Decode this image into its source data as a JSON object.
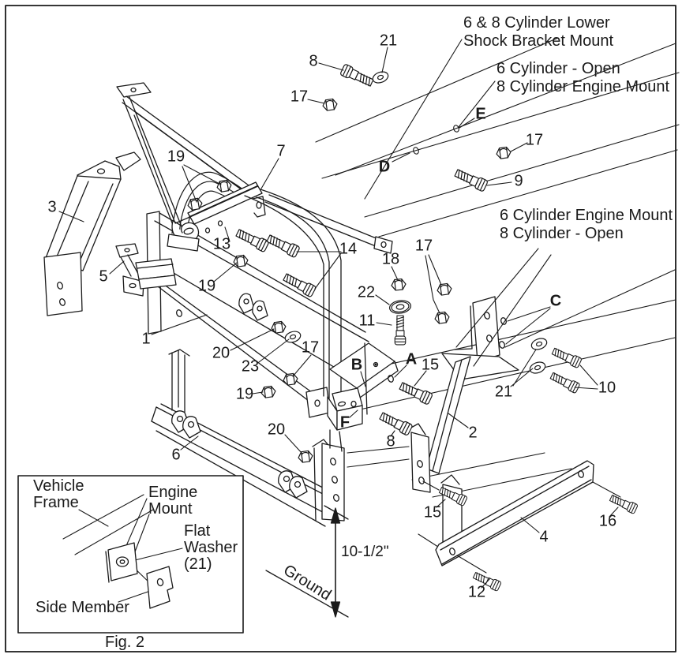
{
  "figure": {
    "caption": "Fig. 2",
    "dimension_label": "10-1/2\"",
    "ground_label": "Ground"
  },
  "annotations": {
    "shock_bracket": {
      "line1": "6 & 8 Cylinder Lower",
      "line2": "Shock Bracket Mount"
    },
    "upper_mount": {
      "line1": "6 Cylinder - Open",
      "line2": "8 Cylinder Engine Mount"
    },
    "lower_mount": {
      "line1": "6 Cylinder Engine Mount",
      "line2": "8 Cylinder - Open"
    }
  },
  "inset": {
    "vehicle_frame_line1": "Vehicle",
    "vehicle_frame_line2": "Frame",
    "engine_mount_line1": "Engine",
    "engine_mount_line2": "Mount",
    "flat_washer_line1": "Flat",
    "flat_washer_line2": "Washer",
    "flat_washer_line3": "(21)",
    "side_member": "Side Member"
  },
  "callouts": {
    "c8a": "8",
    "c21a": "21",
    "c17a": "17",
    "cE": "E",
    "c17b": "17",
    "cD": "D",
    "c9": "9",
    "c7": "7",
    "c19a": "19",
    "c3": "3",
    "c5": "5",
    "c13": "13",
    "c14": "14",
    "c18": "18",
    "c22": "22",
    "c11": "11",
    "c17c": "17",
    "cC": "C",
    "c1": "1",
    "c20a": "20",
    "c23": "23",
    "c17d": "17",
    "c19b": "19",
    "c19c": "19",
    "cB": "B",
    "cA": "A",
    "c15a": "15",
    "cF": "F",
    "c8b": "8",
    "c2": "2",
    "c21b": "21",
    "c10": "10",
    "c6": "6",
    "c20b": "20",
    "c15b": "15",
    "c16": "16",
    "c4": "4",
    "c12": "12"
  },
  "colors": {
    "line": "#1a1a1a",
    "background": "#ffffff"
  }
}
